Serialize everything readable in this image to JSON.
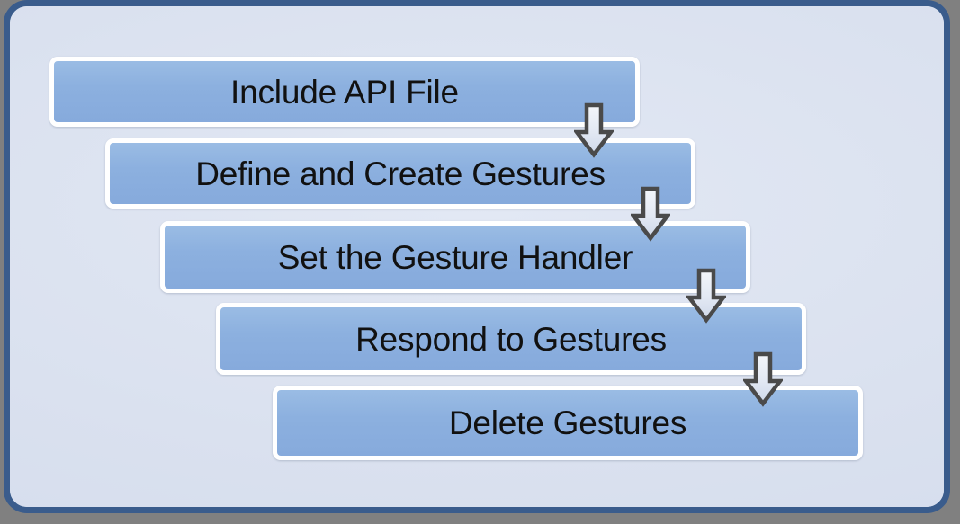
{
  "diagram": {
    "type": "staircase-process-flow",
    "title": "",
    "colors": {
      "canvas_background": "#dce3f0",
      "frame_border": "#3a5c8c",
      "outer_margin": "#808080",
      "box_fill": "#8cb0df",
      "box_fill_top": "#9abce4",
      "box_border": "#ffffff",
      "label_text": "#111111",
      "arrow_outline": "#4a4a4a",
      "arrow_fill": "#e9edf5"
    },
    "steps": [
      {
        "index": 1,
        "label": "Include API File"
      },
      {
        "index": 2,
        "label": "Define and Create Gestures"
      },
      {
        "index": 3,
        "label": "Set the Gesture Handler"
      },
      {
        "index": 4,
        "label": "Respond to Gestures"
      },
      {
        "index": 5,
        "label": "Delete Gestures"
      }
    ],
    "connectors": [
      {
        "index": 1,
        "icon": "arrow-down-icon",
        "from_step": 1,
        "to_step": 2
      },
      {
        "index": 2,
        "icon": "arrow-down-icon",
        "from_step": 2,
        "to_step": 3
      },
      {
        "index": 3,
        "icon": "arrow-down-icon",
        "from_step": 3,
        "to_step": 4
      },
      {
        "index": 4,
        "icon": "arrow-down-icon",
        "from_step": 4,
        "to_step": 5
      }
    ]
  }
}
